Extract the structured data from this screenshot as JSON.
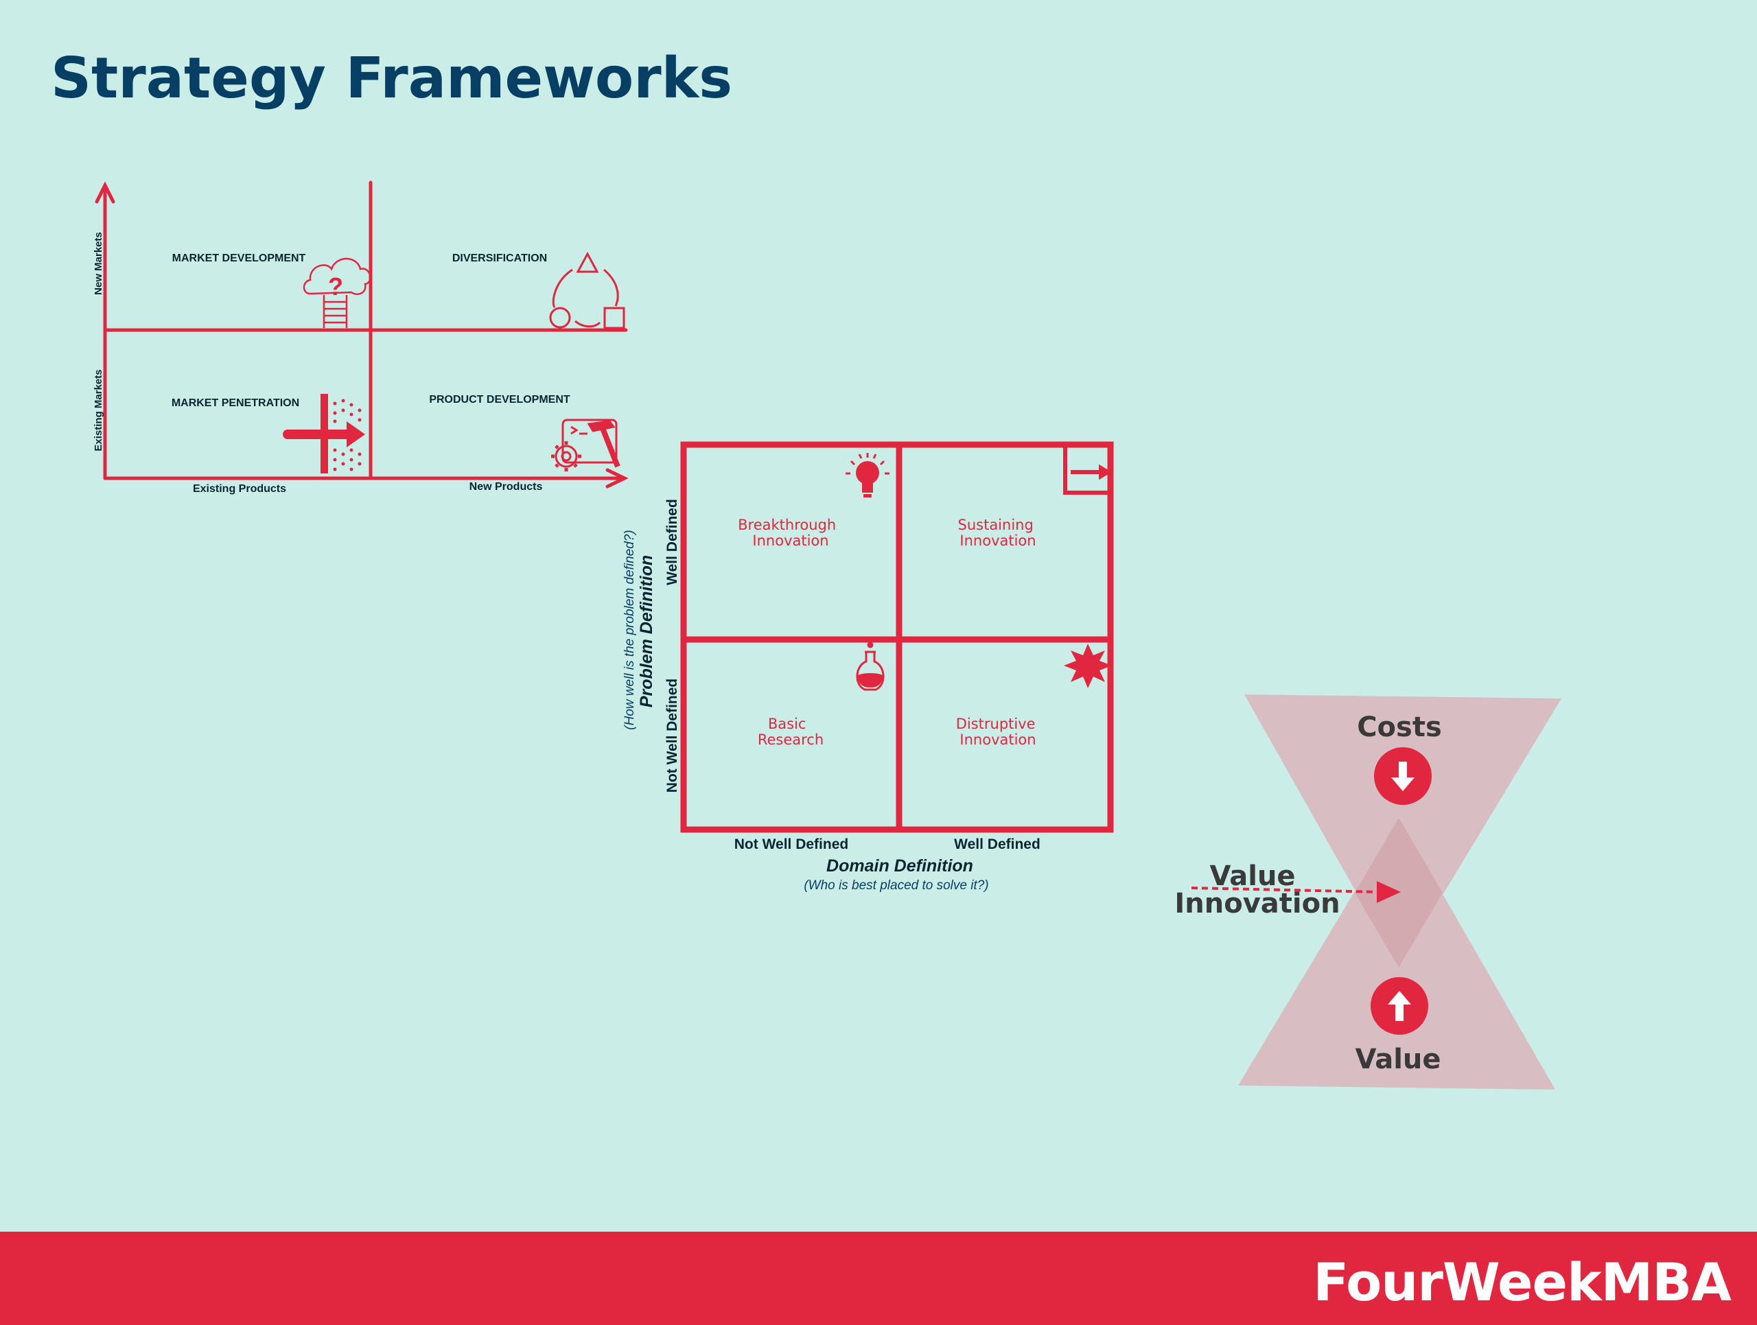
{
  "page": {
    "title": "Strategy Frameworks",
    "brand": "FourWeekMBA"
  },
  "colors": {
    "background": "#cbede8",
    "accent": "#e0273f",
    "title": "#063f63",
    "dark_text": "#0b2530",
    "triangle": "#d8bcc0",
    "grey_text": "#3a3a3a"
  },
  "ansoff": {
    "y_axis_top": "New Markets",
    "y_axis_bottom": "Existing Markets",
    "x_axis_left": "Existing Products",
    "x_axis_right": "New Products",
    "q_top_left": "MARKET DEVELOPMENT",
    "q_top_right": "DIVERSIFICATION",
    "q_bottom_left": "MARKET PENETRATION",
    "q_bottom_right": "PRODUCT DEVELOPMENT"
  },
  "innovation_matrix": {
    "y_title": "Problem Definition",
    "y_subtitle": "(How well is the problem defined?)",
    "y_top": "Well Defined",
    "y_bottom": "Not Well Defined",
    "x_title": "Domain Definition",
    "x_subtitle": "(Who is best placed to solve it?)",
    "x_left": "Not Well Defined",
    "x_right": "Well Defined",
    "q_top_left": [
      "Breakthrough",
      "Innovation"
    ],
    "q_top_right": [
      "Sustaining",
      "Innovation"
    ],
    "q_bottom_left": [
      "Basic",
      "Research"
    ],
    "q_bottom_right": [
      "Distruptive",
      "Innovation"
    ]
  },
  "value_innovation": {
    "top_label": "Costs",
    "bottom_label": "Value",
    "center_label": [
      "Value",
      "Innovation"
    ]
  }
}
